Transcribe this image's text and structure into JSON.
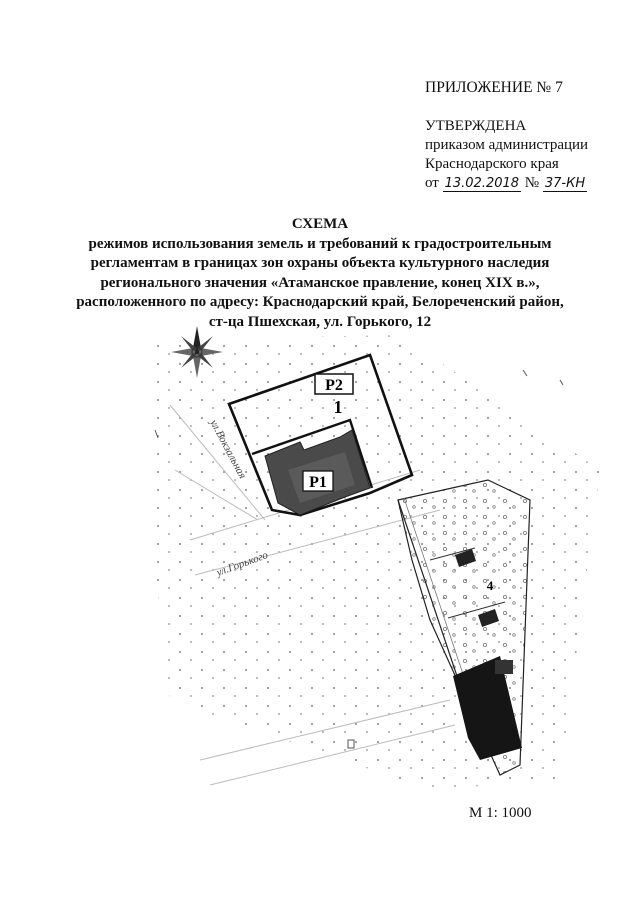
{
  "header": {
    "appendix": "ПРИЛОЖЕНИЕ № 7",
    "approved": "УТВЕРЖДЕНА",
    "order_line1": "приказом администрации",
    "order_line2": "Краснодарского края",
    "date_prefix": "от",
    "date_value": "13.02.2018",
    "number_sign": "№",
    "number_value": "37-КН"
  },
  "title": {
    "heading": "СХЕМА",
    "line1": "режимов использования земель и требований к градостроительным",
    "line2": "регламентам в границах зон охраны объекта культурного наследия",
    "line3": "регионального значения «Атаманское правление, конец XIX в.»,",
    "line4": "расположенного по адресу: Краснодарский край, Белореченский район,",
    "line5": "ст-ца Пшехская, ул. Горького, 12"
  },
  "map": {
    "zone_p2_label": "Р2",
    "zone_p1_label": "Р1",
    "plot_number_1": "1",
    "plot_number_4": "4",
    "street_vokzalnaya": "ул.Вокзальная",
    "street_gorkogo": "ул.Горького",
    "fill_dark": "#4a4a4a",
    "fill_black": "#151515"
  },
  "scale": "М 1: 1000"
}
